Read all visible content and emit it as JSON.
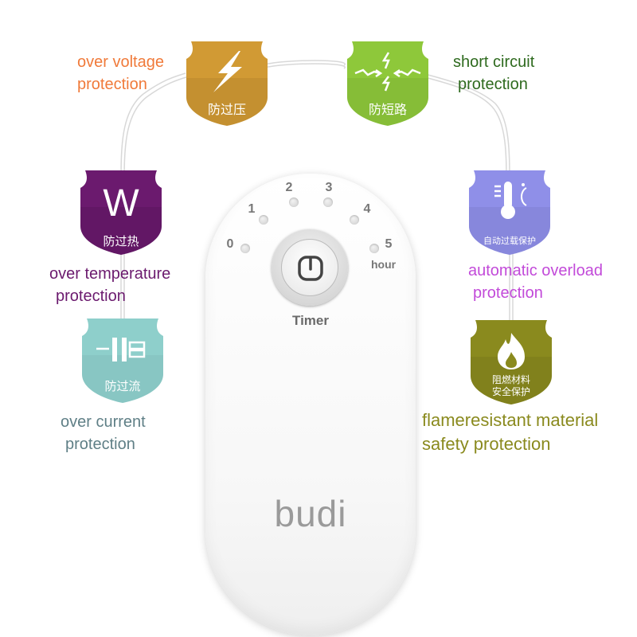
{
  "features": {
    "over_voltage": {
      "cn": "防过压",
      "en_line1": "over voltage",
      "en_line2": "protection",
      "color": "#d19a34",
      "label_color": "#f07a3a"
    },
    "short_circuit": {
      "cn": "防短路",
      "en_line1": "short circuit",
      "en_line2": "protection",
      "color": "#8ec83a",
      "label_color": "#2e6a1e"
    },
    "over_temperature": {
      "cn": "防过热",
      "icon_text": "W",
      "en_line1": "over temperature",
      "en_line2": "protection",
      "color": "#6b1a6e",
      "label_color": "#6b1a6e"
    },
    "automatic_overload": {
      "cn": "自动过载保护",
      "en_line1": "automatic overload",
      "en_line2": "protection",
      "color": "#8f8fe8",
      "label_color": "#c24ad9"
    },
    "over_current": {
      "cn": "防过流",
      "en_line1": "over current",
      "en_line2": "protection",
      "color": "#8ecfcb",
      "label_color": "#5f7f86"
    },
    "flame_resistant": {
      "cn_line1": "阻燃材料",
      "cn_line2": "安全保护",
      "en_line1": "flameresistant material",
      "en_line2": "safety protection",
      "color": "#8a8a1e",
      "label_color": "#8a8a1e"
    }
  },
  "device": {
    "timer_numbers": [
      "0",
      "1",
      "2",
      "3",
      "4",
      "5"
    ],
    "hour_label": "hour",
    "timer_label": "Timer",
    "brand": "budi",
    "power_icon": "power-icon"
  }
}
